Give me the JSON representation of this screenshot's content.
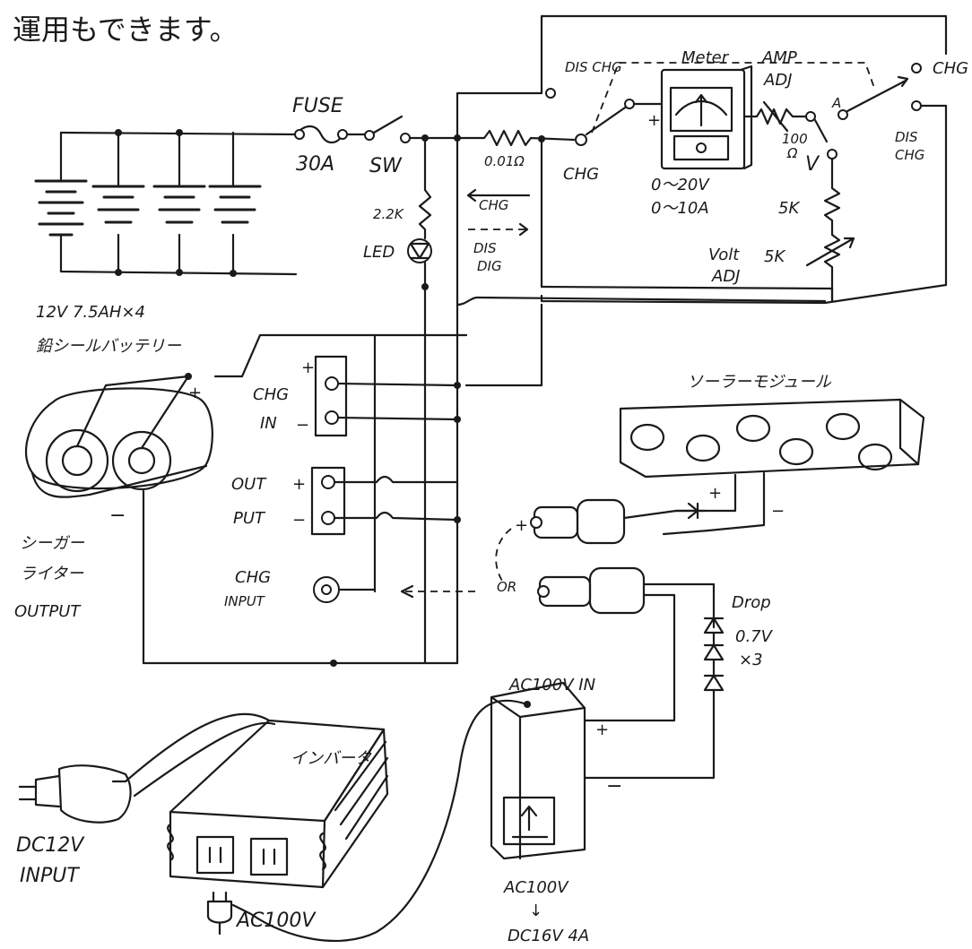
{
  "header": {
    "text": "運用もできます。"
  },
  "labels": {
    "fuse": "FUSE",
    "fuse_rating": "30A",
    "switch": "SW",
    "shunt": "0.01Ω",
    "resistor_led": "2.2K",
    "led": "LED",
    "chg_arrow": "CHG",
    "dis_dig_1": "DIS",
    "dis_dig_2": "DIG",
    "dis_chg_top": "DIS CHG",
    "chg_left": "CHG",
    "meter": "Meter",
    "amp_adj_1": "AMP",
    "amp_adj_2": "ADJ",
    "res_100_1": "100",
    "res_100_2": "Ω",
    "meter_range_v": "0～20V",
    "meter_range_a": "0～10A",
    "v_mark": "V",
    "a_mark": "A",
    "r5k_1": "5K",
    "r5k_2": "5K",
    "volt_adj_1": "Volt",
    "volt_adj_2": "ADJ",
    "chg_right": "CHG",
    "dis_chg_right_1": "DIS",
    "dis_chg_right_2": "CHG",
    "plus_meter": "+",
    "battery": "12V 7.5AH×4",
    "battery_type": "鉛シールバッテリー",
    "chg_in_1": "CHG",
    "chg_in_2": "IN",
    "out_put_1": "OUT",
    "out_put_2": "PUT",
    "chg_input_1": "CHG",
    "chg_input_2": "INPUT",
    "cigar_1": "シーガー",
    "cigar_2": "ライター",
    "cigar_3": "OUTPUT",
    "solar": "ソーラーモジュール",
    "or": "OR",
    "drop_1": "Drop",
    "drop_2": "0.7V",
    "drop_3": "×3",
    "ac_in": "AC100V IN",
    "inverter": "インバータ",
    "dc12v_1": "DC12V",
    "dc12v_2": "INPUT",
    "ac100v_out": "AC100V",
    "adapter_1": "AC100V",
    "adapter_arrow": "↓",
    "adapter_2": "DC16V 4A",
    "plus": "+",
    "minus": "−"
  },
  "colors": {
    "ink": "#1a1a1a",
    "paper": "#ffffff"
  }
}
